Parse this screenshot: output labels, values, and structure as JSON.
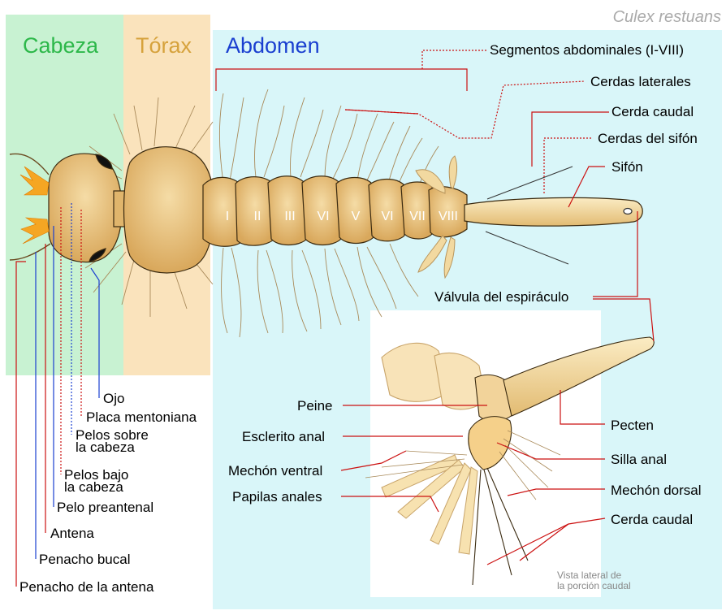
{
  "species": "Culex restuans",
  "regions": {
    "head": "Cabeza",
    "thorax": "Tórax",
    "abdomen": "Abdomen"
  },
  "segments": [
    "I",
    "II",
    "III",
    "VI",
    "V",
    "VI",
    "VII",
    "VIII"
  ],
  "right_labels": {
    "segments": "Segmentos abdominales (I-VIII)",
    "lateral_setae": "Cerdas laterales",
    "caudal_seta_top": "Cerda caudal",
    "siphon_setae": "Cerdas del sifón",
    "siphon": "Sifón",
    "spiracle_valve": "Válvula del espiráculo"
  },
  "left_labels": {
    "eye": "Ojo",
    "mental_plate": "Placa mentoniana",
    "upper_head_hairs": "Pelos sobre\nla cabeza",
    "lower_head_hairs": "Pelos bajo\nla cabeza",
    "preantennal_hair": "Pelo preantenal",
    "antenna": "Antena",
    "mouth_brush": "Penacho bucal",
    "antenna_tuft": "Penacho de la antena"
  },
  "inset_labels": {
    "comb": "Peine",
    "anal_sclerite": "Esclerito anal",
    "ventral_brush": "Mechón ventral",
    "anal_papillae": "Papilas anales",
    "pecten": "Pecten",
    "anal_saddle": "Silla anal",
    "dorsal_brush": "Mechón dorsal",
    "caudal_seta": "Cerda caudal"
  },
  "inset_note": "Vista lateral de\nla porción caudal",
  "colors": {
    "head_bg": "#c8f2d2",
    "thorax_bg": "#fae3bc",
    "abdomen_bg": "#d9f6f9",
    "head_text": "#2db84a",
    "thorax_text": "#d6a23c",
    "abdomen_text": "#1a3fd0",
    "body_fill": "#e8c07c",
    "leader_red": "#cc1111",
    "leader_blue": "#1a3fd0"
  }
}
